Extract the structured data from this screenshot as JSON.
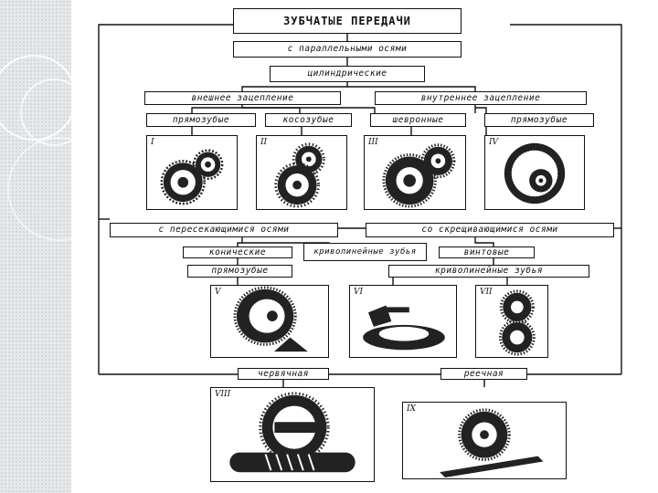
{
  "slide": {
    "title": "ЗУБЧАТЫЕ ПЕРЕДАЧИ",
    "parallel_axes": "с параллельными осями",
    "cylindrical": "цилиндрические",
    "external_mesh": "внешнее зацепление",
    "internal_mesh": "внутреннее зацепление",
    "spur_1": "прямозубые",
    "helical": "косозубые",
    "herringbone": "шевронные",
    "spur_2": "прямозубые",
    "intersecting_axes": "с пересекающимися осями",
    "crossing_axes": "со скрещивающимися осями",
    "bevel": "конические",
    "curvilinear_teeth_1": "криволинейные зубья",
    "screw": "винтовые",
    "spur_bevel": "прямозубые",
    "curvilinear_teeth_2": "криволинейные зубья",
    "worm": "червячная",
    "rack": "реечная",
    "figures": [
      "I",
      "II",
      "III",
      "IV",
      "V",
      "VI",
      "VII",
      "VIII",
      "IX"
    ]
  }
}
